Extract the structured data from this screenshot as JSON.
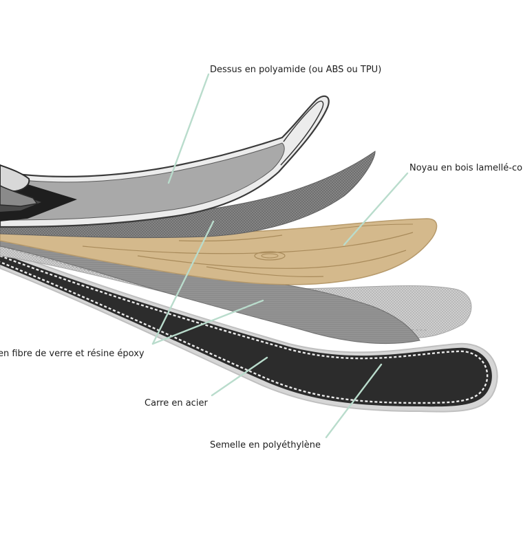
{
  "diagram": {
    "labels": {
      "top_sheet": "Dessus en polyamide (ou ABS ou TPU)",
      "core": "Noyau en bois lamellé-co",
      "fiberglass": "en fibre de verre et résine époxy",
      "edge": "Carre en acier",
      "base": "Semelle en polyéthylène"
    },
    "colors": {
      "leader": "#b9dccc",
      "top_sheet": "#a9a9a9",
      "core_wood": "#d4b98c",
      "base": "#2c2c2c",
      "edge": "#ececec",
      "text": "#1d1d1d"
    }
  }
}
